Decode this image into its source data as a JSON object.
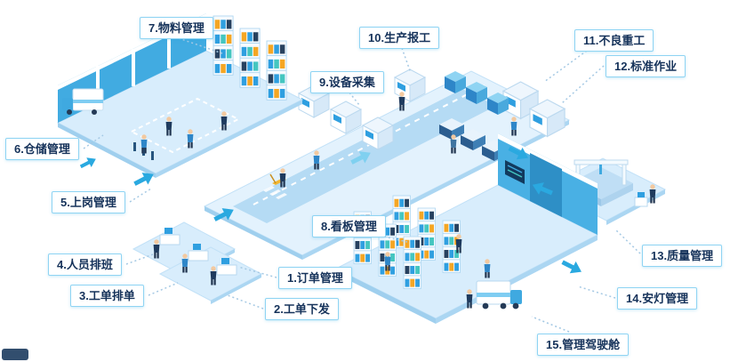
{
  "diagram": {
    "kind": "isometric-smart-factory-process-map",
    "colors": {
      "accent": "#29abe2",
      "label_border": "#8fd4f3",
      "label_text": "#15325a",
      "platform": "#d8edfc",
      "platform_edge": "#a9d4f0",
      "wall_blue": "#45aee3",
      "arrow": "#2aa9e0",
      "connector": "#a5c9e4",
      "rack_item_orange": "#f5a623",
      "rack_item_teal": "#45c6c0",
      "rack_item_navy": "#27415f"
    }
  },
  "labels": [
    {
      "num": "1",
      "text": "1.订单管理"
    },
    {
      "num": "2",
      "text": "2.工单下发"
    },
    {
      "num": "3",
      "text": "3.工单排单"
    },
    {
      "num": "4",
      "text": "4.人员排班"
    },
    {
      "num": "5",
      "text": "5.上岗管理"
    },
    {
      "num": "6",
      "text": "6.仓储管理"
    },
    {
      "num": "7",
      "text": "7.物料管理"
    },
    {
      "num": "8",
      "text": "8.看板管理"
    },
    {
      "num": "9",
      "text": "9.设备采集"
    },
    {
      "num": "10",
      "text": "10.生产报工"
    },
    {
      "num": "11",
      "text": "11.不良重工"
    },
    {
      "num": "12",
      "text": "12.标准作业"
    },
    {
      "num": "13",
      "text": "13.质量管理"
    },
    {
      "num": "14",
      "text": "14.安灯管理"
    },
    {
      "num": "15",
      "text": "15.管理驾驶舱"
    }
  ]
}
